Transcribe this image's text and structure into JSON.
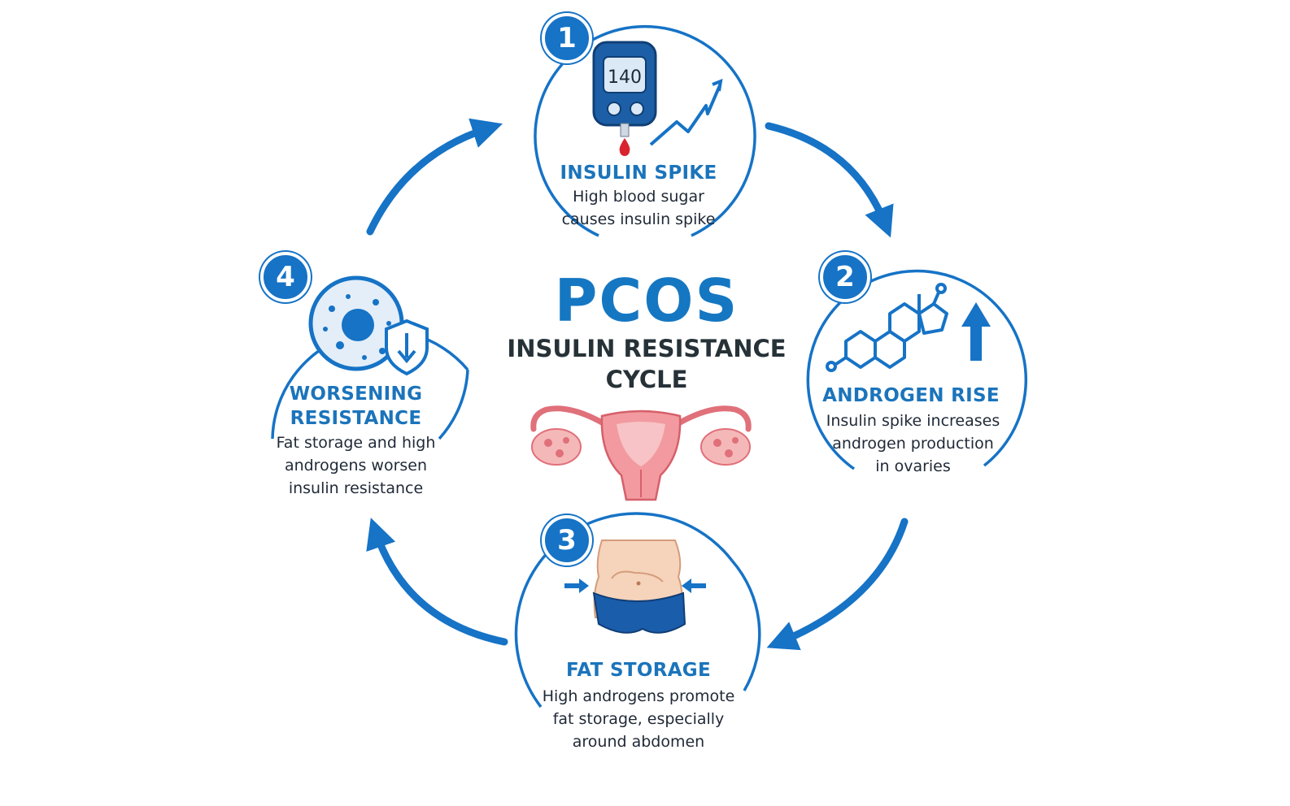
{
  "center": {
    "title": "PCOS",
    "subtitle_line1": "INSULIN RESISTANCE",
    "subtitle_line2": "CYCLE"
  },
  "stages": [
    {
      "number": "1",
      "title": "INSULIN SPIKE",
      "desc_lines": [
        "High blood sugar",
        "causes insulin spike"
      ],
      "icon": "glucose-meter-icon",
      "meter_reading": "140"
    },
    {
      "number": "2",
      "title": "ANDROGEN RISE",
      "desc_lines": [
        "Insulin spike increases",
        "androgen production",
        "in ovaries"
      ],
      "icon": "steroid-molecule-icon"
    },
    {
      "number": "3",
      "title": "FAT STORAGE",
      "desc_lines": [
        "High androgens promote",
        "fat storage, especially",
        "around abdomen"
      ],
      "icon": "abdomen-icon"
    },
    {
      "number": "4",
      "title_lines": [
        "WORSENING",
        "RESISTANCE"
      ],
      "desc_lines": [
        "Fat storage and high",
        "androgens worsen",
        "insulin resistance"
      ],
      "icon": "cell-shield-icon"
    }
  ],
  "colors": {
    "primary": "#1673c6",
    "title_blue": "#1b74bb",
    "text_dark": "#1f2937",
    "uterus_pink": "#ef8f96"
  }
}
